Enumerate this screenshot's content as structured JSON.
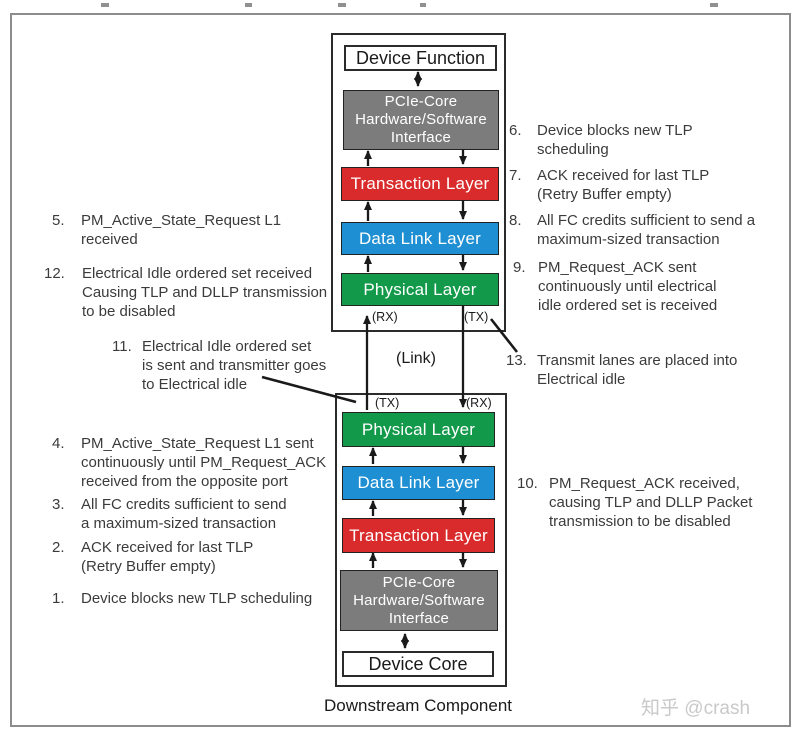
{
  "upstream_component": {
    "device_function": "Device Function",
    "pcie_core": "PCIe-Core\nHardware/Software\nInterface",
    "transaction_layer": "Transaction Layer",
    "data_link_layer": "Data Link Layer",
    "physical_layer": "Physical Layer",
    "rx": "(RX)",
    "tx": "(TX)"
  },
  "downstream_component": {
    "tx": "(TX)",
    "rx": "(RX)",
    "physical_layer": "Physical Layer",
    "data_link_layer": "Data Link Layer",
    "transaction_layer": "Transaction Layer",
    "pcie_core": "PCIe-Core\nHardware/Software\nInterface",
    "device_core": "Device Core",
    "caption": "Downstream Component"
  },
  "link_label": "(Link)",
  "annotations": {
    "n1": {
      "num": "1.",
      "text": "Device blocks new TLP scheduling"
    },
    "n2": {
      "num": "2.",
      "text": "ACK received for last TLP\n(Retry Buffer empty)"
    },
    "n3": {
      "num": "3.",
      "text": "All FC credits sufficient to send\na maximum-sized transaction"
    },
    "n4": {
      "num": "4.",
      "text": "PM_Active_State_Request L1 sent\ncontinuously until PM_Request_ACK\nreceived from the opposite port"
    },
    "n5": {
      "num": "5.",
      "text": "PM_Active_State_Request L1\nreceived"
    },
    "n6": {
      "num": "6.",
      "text": "Device blocks new TLP\nscheduling"
    },
    "n7": {
      "num": "7.",
      "text": "ACK received for last TLP\n(Retry Buffer empty)"
    },
    "n8": {
      "num": "8.",
      "text": "All FC credits sufficient to send a\nmaximum-sized transaction"
    },
    "n9": {
      "num": "9.",
      "text": "PM_Request_ACK sent\ncontinuously until electrical\nidle ordered set is received"
    },
    "n10": {
      "num": "10.",
      "text": "PM_Request_ACK received,\ncausing TLP and DLLP Packet\ntransmission to be disabled"
    },
    "n11": {
      "num": "11.",
      "text": "Electrical Idle ordered set\nis sent and transmitter goes\nto Electrical idle"
    },
    "n12": {
      "num": "12.",
      "text": "Electrical Idle ordered set received\nCausing TLP and DLLP transmission\nto be disabled"
    },
    "n13": {
      "num": "13.",
      "text": "Transmit lanes are placed into\nElectrical idle"
    }
  },
  "watermark": "知乎 @crash",
  "colors": {
    "transaction_layer": "#d92b2b",
    "data_link_layer": "#1e8fd2",
    "physical_layer": "#12994a",
    "hw_sw_interface": "#7c7c7c",
    "frame_border": "#8c8c8c",
    "annotation_text": "#3b3b3b",
    "watermark": "#c9c9c9"
  }
}
